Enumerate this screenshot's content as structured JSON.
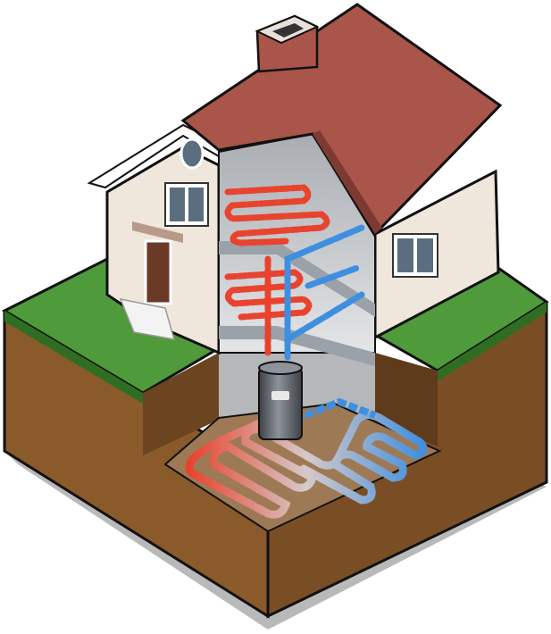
{
  "colors": {
    "background": "#ffffff",
    "shadow": "#b9b9b9",
    "grass": "#4f9a3a",
    "grass_edge": "#2f6e22",
    "soil": "#8a5a2b",
    "soil_dark": "#5e3b1a",
    "roof": "#a9554a",
    "roof_dark": "#7e3a32",
    "wall": "#efe6dc",
    "wall_shade": "#d8cbbd",
    "trim": "#ffffff",
    "interior": "#c9cdd1",
    "floor_slab": "#9aa1a8",
    "hot_pipe": "#e8432e",
    "cold_pipe": "#3f8fe0",
    "boiler": "#5a5f66"
  },
  "icons": [
    "house-illustration",
    "ground-loop-pipes",
    "floor-heating-pipes",
    "heat-pump-unit",
    "chimney",
    "window",
    "door"
  ]
}
